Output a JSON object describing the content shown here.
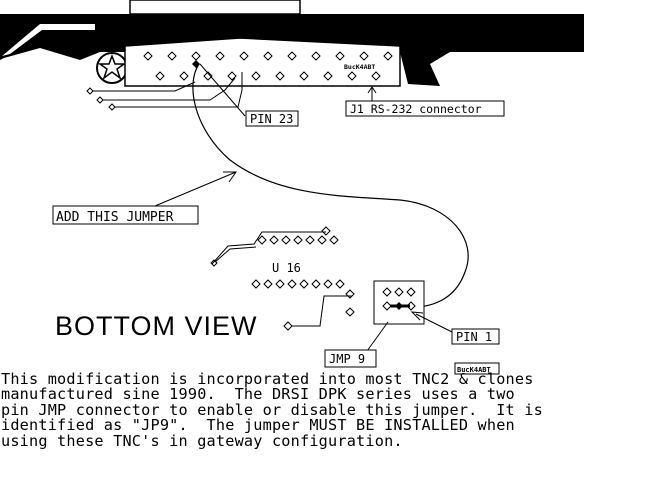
{
  "diagram": {
    "colors": {
      "ink": "#000000",
      "background": "#ffffff"
    },
    "labels": {
      "pin23": "PIN 23",
      "j1_connector": "J1 RS-232 connector",
      "add_jumper": "ADD THIS JUMPER",
      "u16": "U 16",
      "bottom_view": "BOTTOM VIEW",
      "pin1": "PIN 1",
      "jmp9": "JMP 9",
      "board_marking": "BucK4ABT",
      "footer_marking": "BucK4ABT"
    }
  },
  "description": {
    "lines": [
      "This modification is incorporated into most TNC2 & clones",
      "manufactured sine 1990.  The DRSI DPK series uses a two",
      "pin JMP connector to enable or disable this jumper.  It is",
      "identified as \"JP9\".  The jumper MUST BE INSTALLED when",
      "using these TNC's in gateway configuration."
    ]
  }
}
